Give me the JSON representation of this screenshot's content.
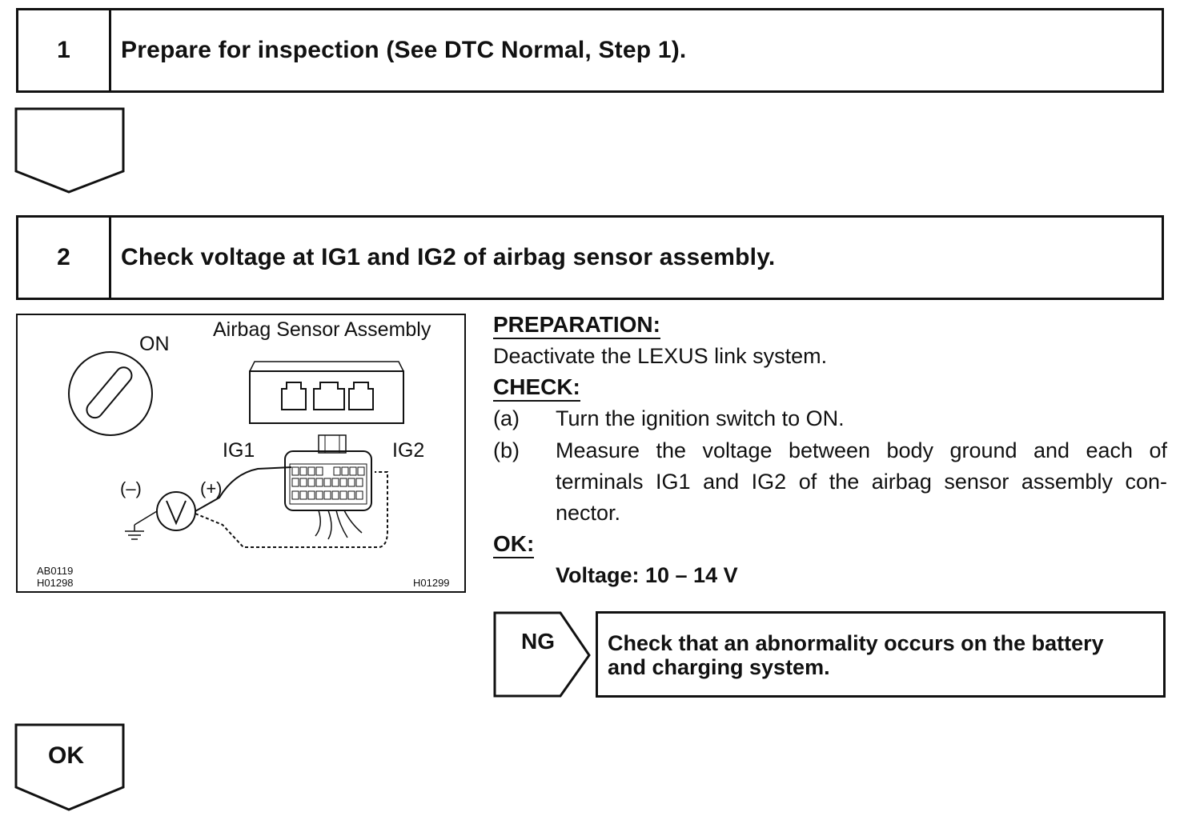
{
  "step1": {
    "number": "1",
    "title": "Prepare for inspection (See DTC Normal, Step 1)."
  },
  "step2": {
    "number": "2",
    "title": "Check voltage at IG1 and IG2 of airbag sensor assembly."
  },
  "figure": {
    "on_label": "ON",
    "assembly_label": "Airbag Sensor Assembly",
    "ig1_label": "IG1",
    "ig2_label": "IG2",
    "neg_label": "(–)",
    "pos_label": "(+)",
    "code_left_1": "AB0119",
    "code_left_2": "H01298",
    "code_right": "H01299"
  },
  "content": {
    "preparation_header": "PREPARATION:",
    "preparation_text": "Deactivate the LEXUS link system.",
    "check_header": "CHECK:",
    "item_a_marker": "(a)",
    "item_a_text": "Turn the ignition switch to ON.",
    "item_b_marker": "(b)",
    "item_b_line1": "Measure the voltage between body ground and each of",
    "item_b_line2": "terminals IG1 and IG2 of the airbag sensor assembly con-",
    "item_b_line3": "nector.",
    "ok_header": "OK:",
    "ok_value": "Voltage: 10 – 14 V"
  },
  "ng": {
    "label": "NG",
    "text_line1": "Check that an abnormality occurs on the battery",
    "text_line2": "and charging system."
  },
  "ok_arrow_label": "OK"
}
